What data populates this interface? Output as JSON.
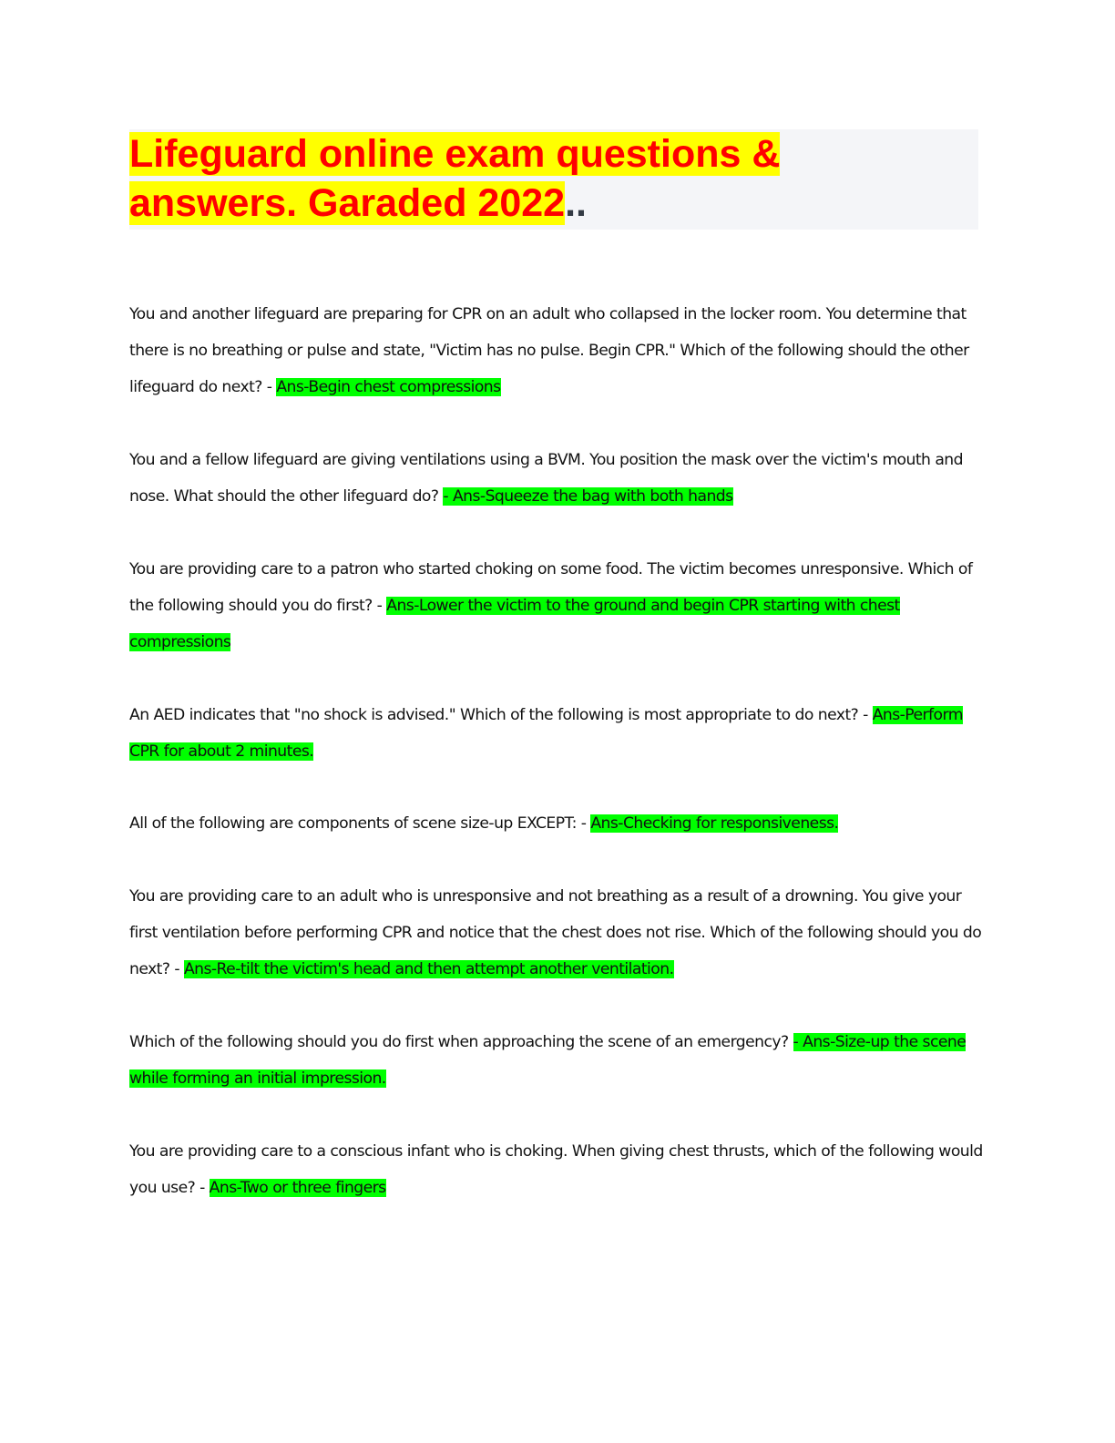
{
  "document": {
    "title_line1": "Lifeguard online exam questions &",
    "title_line2": "answers. Garaded 2022",
    "title_tail": "..",
    "colors": {
      "title_text": "#ff0000",
      "title_highlight": "#ffff00",
      "answer_highlight": "#00ff00"
    },
    "qa": [
      {
        "question": "You and another lifeguard are preparing for CPR on an adult who collapsed in the locker room. You determine that there is no breathing or pulse and state, \"Victim has no pulse. Begin CPR.\" Which of the following should the other lifeguard do next? - ",
        "answer": "Ans-Begin chest compressions"
      },
      {
        "question": "You and a fellow lifeguard are giving ventilations using a BVM. You position the mask over the victim's mouth and nose. What should the other lifeguard do? ",
        "answer": "- Ans-Squeeze the bag with both hands"
      },
      {
        "question": "You are providing care to a patron who started choking on some food. The victim becomes unresponsive. Which of the following should you do first? - ",
        "answer": "Ans-Lower the victim to the ground and begin CPR starting with chest compressions"
      },
      {
        "question": "An AED indicates that \"no shock is advised.\" Which of the following is most appropriate to do next? - ",
        "answer": "Ans-Perform CPR for about 2 minutes."
      },
      {
        "question": "All of the following are components of scene size-up EXCEPT: - ",
        "answer": "Ans-Checking for responsiveness."
      },
      {
        "question": "You are providing care to an adult who is unresponsive and not breathing as a result of a drowning. You give your first ventilation before performing CPR and notice that the chest does not rise. Which of the following should you do next? - ",
        "answer": "Ans-Re-tilt the victim's head and then attempt another ventilation."
      },
      {
        "question": "Which of the following should you do first when approaching the scene of an emergency? ",
        "answer": "- Ans-Size-up the scene while forming an initial impression."
      },
      {
        "question": "You are providing care to a conscious infant who is choking. When giving chest thrusts, which of the following would you use? - ",
        "answer": "Ans-Two or three fingers"
      }
    ]
  }
}
